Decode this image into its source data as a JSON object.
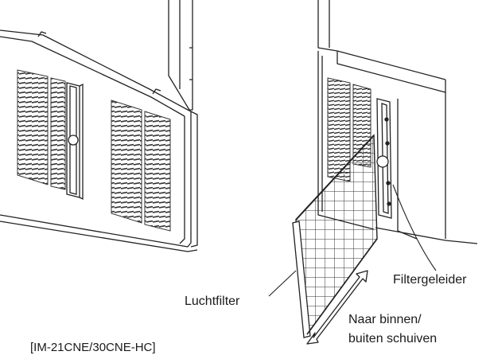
{
  "labels": {
    "air_filter": "Luchtfilter",
    "filter_guide": "Filtergeleider",
    "slide_line1": "Naar binnen/",
    "slide_line2": "buiten schuiven"
  },
  "caption": "[IM-21CNE/30CNE-HC]",
  "colors": {
    "line": "#222222",
    "grille": "#333333",
    "background": "#ffffff"
  }
}
